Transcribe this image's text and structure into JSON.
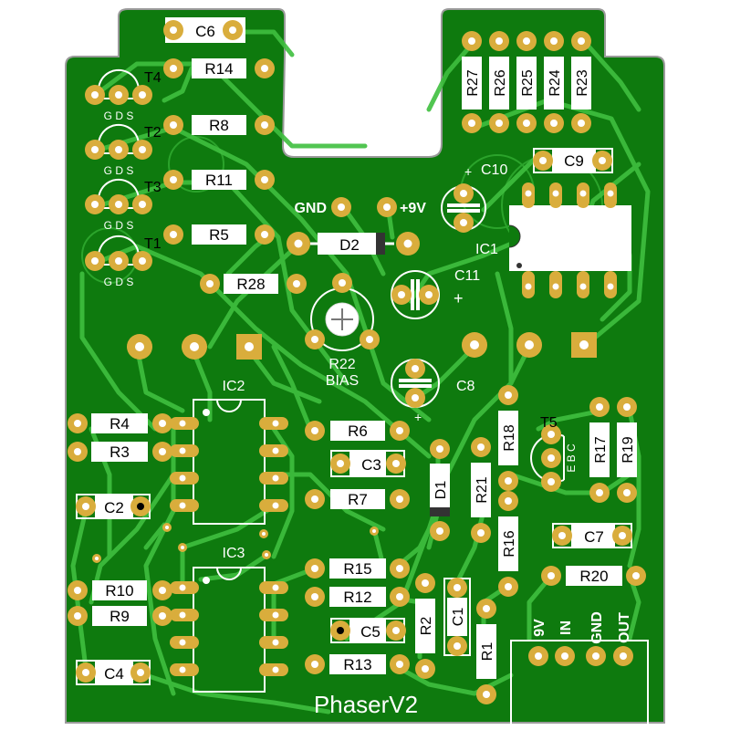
{
  "board": {
    "title": "PhaserV2",
    "colors": {
      "copper": "#0e7a0e",
      "board": "#1b9a1b",
      "trace": "#3fbf3f",
      "pad": "#d9ad3c",
      "pad_hole": "#ffffff",
      "silk": "#ffffff",
      "outline": "#9a9a9a"
    }
  },
  "labels": {
    "gnd": "GND",
    "v9": "+9V",
    "bias": "BIAS",
    "r22": "R22",
    "ic1": "IC1",
    "ic2": "IC2",
    "ic3": "IC3",
    "t1": "T1",
    "t2": "T2",
    "t3": "T3",
    "t4": "T4",
    "t5": "T5",
    "gds": "G D S",
    "ebc": "E B C",
    "c8": "C8",
    "c10": "C10",
    "c11": "C11",
    "plus": "+",
    "plus_c10": "+",
    "plus_c8": "+",
    "plus_c11": "+"
  },
  "connector": {
    "labels": [
      "9V",
      "IN",
      "GND",
      "OUT"
    ]
  },
  "components": {
    "c6": "C6",
    "r14": "R14",
    "r8": "R8",
    "r11": "R11",
    "r5": "R5",
    "r28": "R28",
    "d2": "D2",
    "r27": "R27",
    "r26": "R26",
    "r25": "R25",
    "r24": "R24",
    "r23": "R23",
    "c9": "C9",
    "r4": "R4",
    "r3": "R3",
    "c2": "C2",
    "r6": "R6",
    "c3": "C3",
    "r7": "R7",
    "r18": "R18",
    "d1": "D1",
    "r21": "R21",
    "r16": "R16",
    "r17": "R17",
    "r19": "R19",
    "c7": "C7",
    "r20": "R20",
    "r10": "R10",
    "r9": "R9",
    "r15": "R15",
    "r12": "R12",
    "c5": "C5",
    "r13": "R13",
    "r2": "R2",
    "c1": "C1",
    "r1": "R1",
    "c4": "C4"
  }
}
